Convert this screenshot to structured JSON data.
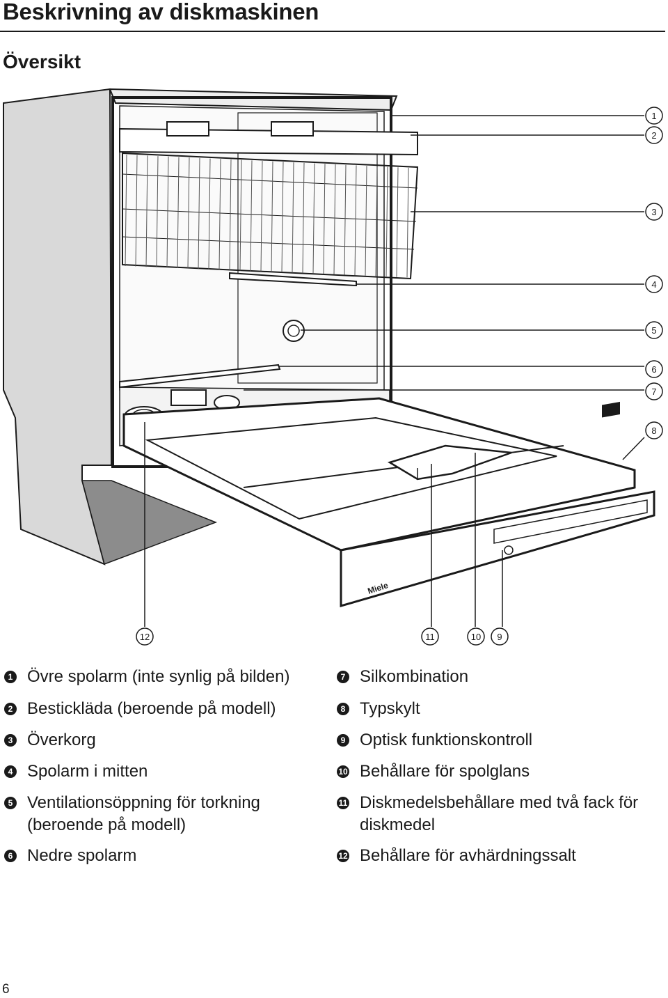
{
  "page": {
    "title": "Beskrivning av diskmaskinen",
    "subtitle": "Översikt",
    "page_number": "6"
  },
  "callouts": [
    "1",
    "2",
    "3",
    "4",
    "5",
    "6",
    "7",
    "8",
    "9",
    "10",
    "11",
    "12"
  ],
  "legend": [
    {
      "num": "1",
      "text": "Övre spolarm (inte synlig på bilden)"
    },
    {
      "num": "2",
      "text": "Bestickläda (beroende på modell)"
    },
    {
      "num": "3",
      "text": "Överkorg"
    },
    {
      "num": "4",
      "text": "Spolarm i mitten"
    },
    {
      "num": "5",
      "text": "Ventilationsöppning för torkning (beroende på modell)"
    },
    {
      "num": "6",
      "text": "Nedre spolarm"
    },
    {
      "num": "7",
      "text": "Silkombination"
    },
    {
      "num": "8",
      "text": "Typskylt"
    },
    {
      "num": "9",
      "text": "Optisk funktionskontroll"
    },
    {
      "num": "10",
      "text": "Behållare för spolglans"
    },
    {
      "num": "11",
      "text": "Diskmedelsbehållare med två fack för diskmedel"
    },
    {
      "num": "12",
      "text": "Behållare för avhärdningssalt"
    }
  ],
  "colors": {
    "ink": "#1a1a1a",
    "cabinet_fill": "#d9d9d9",
    "shadow": "#8c8c8c"
  },
  "icons": {
    "callout_marker": "circled-number-icon"
  }
}
